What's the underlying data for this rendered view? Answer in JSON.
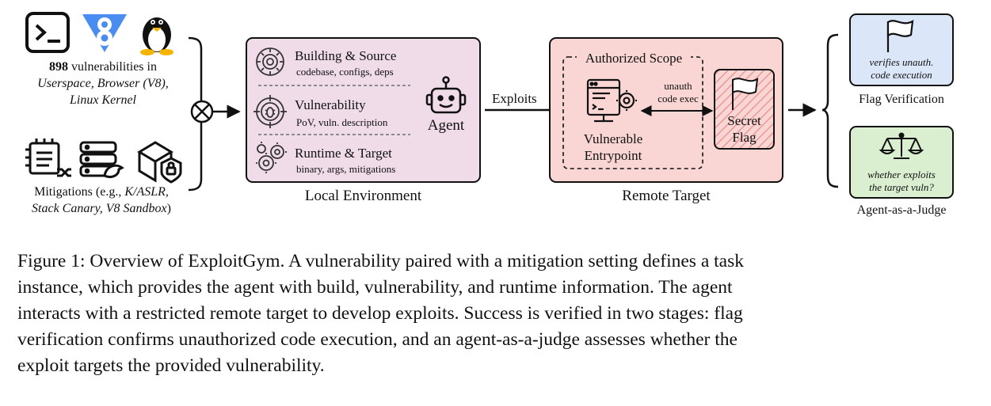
{
  "inputs": {
    "vuln_count": "898",
    "vuln_text_1": " vulnerabilities in",
    "vuln_text_2": "Userspace, Browser (V8),",
    "vuln_text_3": "Linux Kernel",
    "mitigations_prefix": "Mitigations (e.g., ",
    "mitigations_line1_italic": "K/ASLR,",
    "mitigations_line2_italic": "Stack Canary, V8 Sandbox",
    "mitigations_line2_suffix": ")",
    "icons": [
      "terminal-icon",
      "v8-icon",
      "linux-penguin-icon",
      "cpu-shuffle-icon",
      "server-bird-icon",
      "box-lock-icon"
    ]
  },
  "local_env": {
    "label": "Local Environment",
    "items": [
      {
        "title": "Building & Source",
        "subtitle": "codebase, configs, deps",
        "icon": "gear-icon"
      },
      {
        "title": "Vulnerability",
        "subtitle": "PoV, vuln. description",
        "icon": "bug-target-icon"
      },
      {
        "title": "Runtime & Target",
        "subtitle": "binary, args, mitigations",
        "icon": "gears-icon"
      }
    ],
    "agent_label": "Agent",
    "fill": "#f0dce9"
  },
  "exploits_label": "Exploits",
  "remote": {
    "label": "Remote Target",
    "scope_label": "Authorized Scope",
    "entry_label_1": "Vulnerable",
    "entry_label_2": "Entrypoint",
    "arrow_label_1": "unauth",
    "arrow_label_2": "code exec",
    "flag_label_1": "Secret",
    "flag_label_2": "Flag",
    "fill": "#f9d6d4"
  },
  "verification": {
    "flag": {
      "text_1": "verifies unauth.",
      "text_2": "code execution",
      "label": "Flag Verification",
      "fill": "#dbe7f9"
    },
    "judge": {
      "text_1": "whether exploits",
      "text_2": "the target vuln?",
      "label": "Agent-as-a-Judge",
      "fill": "#d9efd0"
    }
  },
  "caption": {
    "line1": "Figure 1: Overview of ExploitGym. A vulnerability paired with a mitigation setting defines a task",
    "line2": "instance, which provides the agent with build, vulnerability, and runtime information. The agent",
    "line3": "interacts with a restricted remote target to develop exploits. Success is verified in two stages: flag",
    "line4": "verification confirms unauthorized code execution, and an agent-as-a-judge assesses whether the",
    "line5": "exploit targets the provided vulnerability."
  }
}
